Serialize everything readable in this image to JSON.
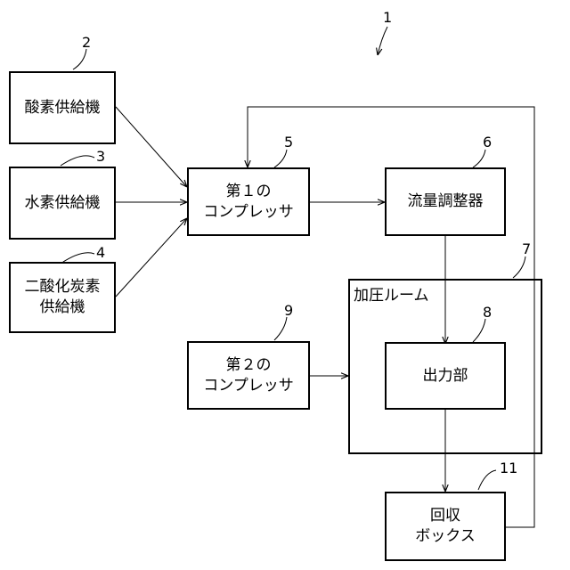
{
  "figure_number": "1",
  "boxes": {
    "oxygen_supplier": {
      "label": [
        "酸素供給機"
      ],
      "ref": "2"
    },
    "hydrogen_supplier": {
      "label": [
        "水素供給機"
      ],
      "ref": "3"
    },
    "co2_supplier": {
      "label": [
        "二酸化炭素",
        "供給機"
      ],
      "ref": "4"
    },
    "first_compressor": {
      "label": [
        "第１の",
        "コンプレッサ"
      ],
      "ref": "5"
    },
    "flow_regulator": {
      "label": [
        "流量調整器"
      ],
      "ref": "6"
    },
    "pressurized_room": {
      "label": "加圧ルーム",
      "ref": "7"
    },
    "output_unit": {
      "label": [
        "出力部"
      ],
      "ref": "8"
    },
    "second_compressor": {
      "label": [
        "第２の",
        "コンプレッサ"
      ],
      "ref": "9"
    },
    "recovery_box": {
      "label": [
        "回収",
        "ボックス"
      ],
      "ref": "11"
    }
  }
}
